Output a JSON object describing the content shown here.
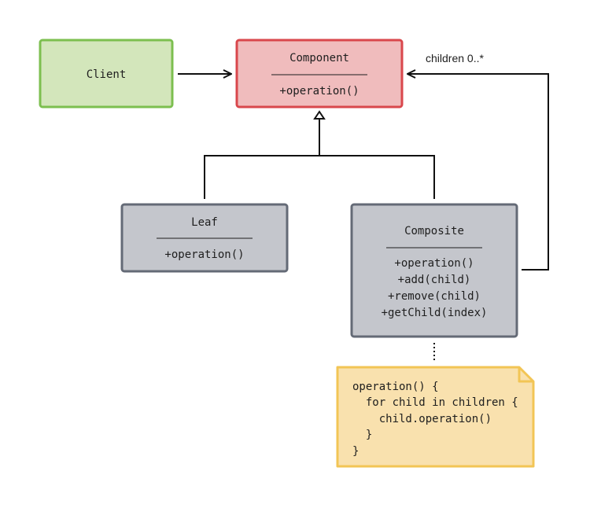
{
  "client": {
    "title": "Client"
  },
  "component": {
    "title": "Component",
    "ops": [
      "+operation()"
    ]
  },
  "leaf": {
    "title": "Leaf",
    "ops": [
      "+operation()"
    ]
  },
  "composite": {
    "title": "Composite",
    "ops": [
      "+operation()",
      "+add(child)",
      "+remove(child)",
      "+getChild(index)"
    ]
  },
  "association_label": "children 0..*",
  "note": {
    "lines": [
      "operation() {",
      "  for child in children {",
      "    child.operation()",
      "  }",
      "}"
    ]
  },
  "colors": {
    "client_fill": "#d3e6bb",
    "client_stroke": "#7cbf4f",
    "component_fill": "#f0bcbd",
    "component_stroke": "#d9474c",
    "class_fill": "#c4c6cc",
    "class_stroke": "#646a76",
    "note_fill": "#f9e1ae",
    "note_stroke": "#f2c555",
    "line": "#111111"
  }
}
